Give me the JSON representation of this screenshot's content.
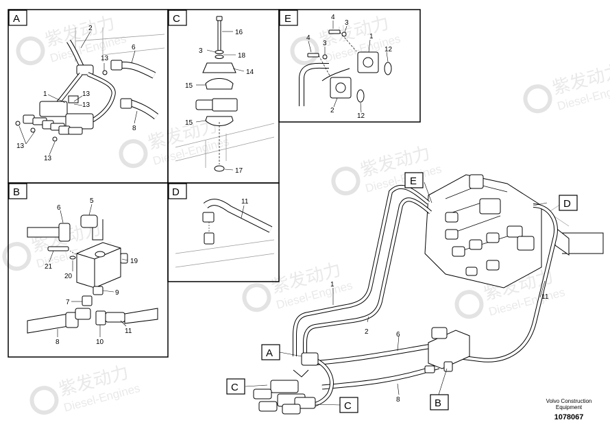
{
  "panels": {
    "A": {
      "letter": "A",
      "callouts": {
        "p2": "2",
        "p13a": "13",
        "p6": "6",
        "p1": "1",
        "p13b": "13",
        "p13c": "13",
        "p8": "8",
        "p13d": "13",
        "p13e": "13"
      }
    },
    "B": {
      "letter": "B",
      "callouts": {
        "p6": "6",
        "p5": "5",
        "p19": "19",
        "p21": "21",
        "p20": "20",
        "p9": "9",
        "p7": "7",
        "p8": "8",
        "p10": "10",
        "p11": "11"
      }
    },
    "C": {
      "letter": "C",
      "callouts": {
        "p16": "16",
        "p3": "3",
        "p18": "18",
        "p14": "14",
        "p15a": "15",
        "p15b": "15",
        "p17": "17"
      }
    },
    "D": {
      "letter": "D",
      "callouts": {
        "p11": "11"
      }
    },
    "E": {
      "letter": "E",
      "callouts": {
        "p4a": "4",
        "p3a": "3",
        "p4b": "4",
        "p3b": "3",
        "p1": "1",
        "p12a": "12",
        "p2": "2",
        "p12b": "12"
      }
    }
  },
  "main": {
    "callouts": {
      "p1": "1",
      "p2": "2",
      "p6": "6",
      "p8": "8",
      "p11": "11"
    },
    "view_labels": {
      "E": "E",
      "D": "D",
      "A": "A",
      "C1": "C",
      "C2": "C",
      "B": "B"
    }
  },
  "watermark": {
    "brand_cn": "紫发动力",
    "brand_en": "Diesel-Engines"
  },
  "footer": {
    "caption_line1": "Volvo Construction",
    "caption_line2": "Equipment",
    "doc_number": "1078067"
  }
}
